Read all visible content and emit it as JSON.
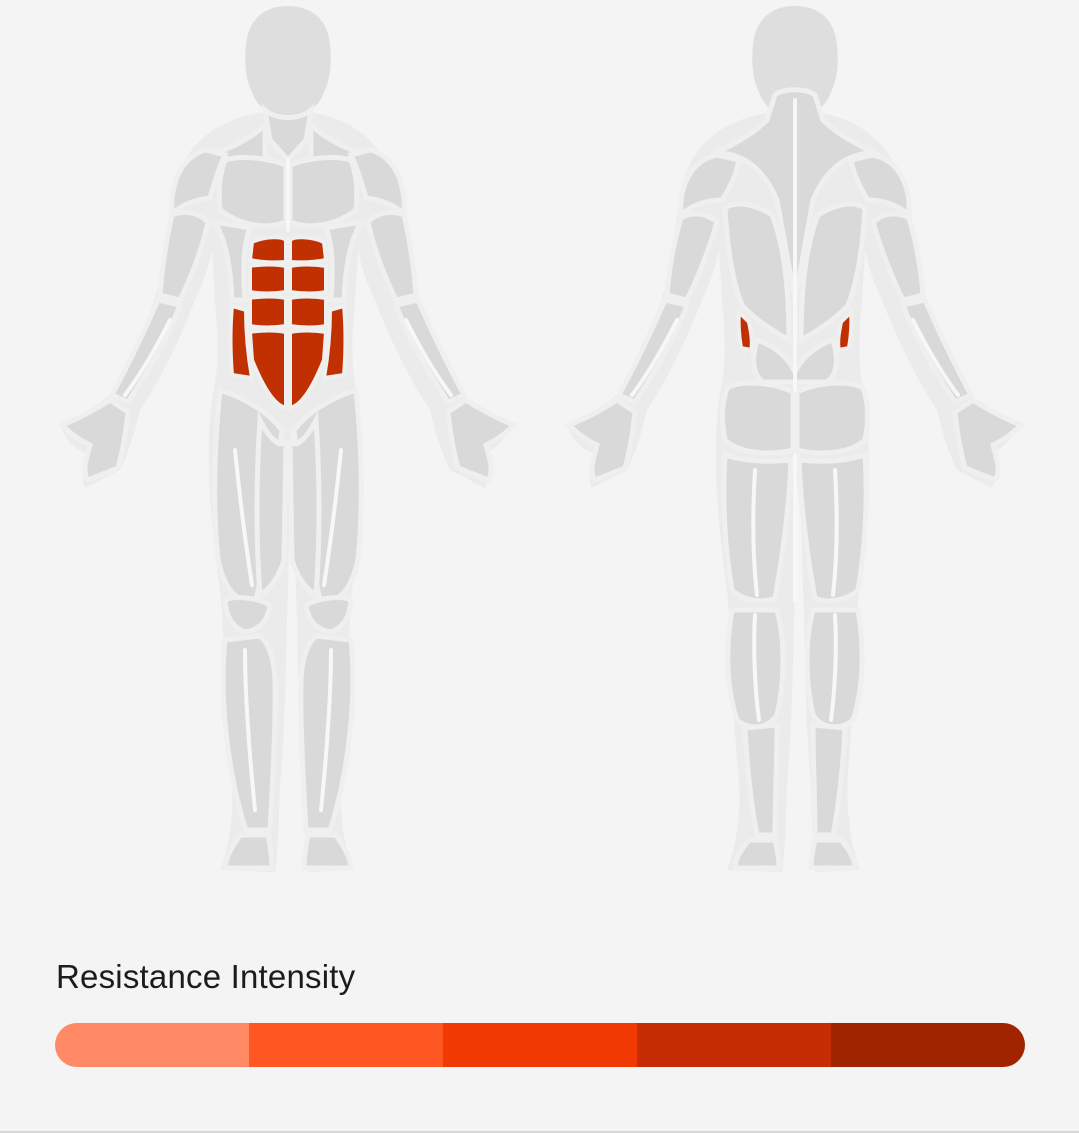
{
  "legend": {
    "title": "Resistance Intensity",
    "levels": [
      {
        "level": 1,
        "color": "#ff8a65"
      },
      {
        "level": 2,
        "color": "#ff5722"
      },
      {
        "level": 3,
        "color": "#f03a02"
      },
      {
        "level": 4,
        "color": "#c62d02"
      },
      {
        "level": 5,
        "color": "#a02400"
      }
    ]
  },
  "figures": {
    "front": {
      "highlighted_muscles": [
        "abdominals",
        "obliques"
      ],
      "highlight_color": "#c13000"
    },
    "back": {
      "highlighted_muscles": [
        "obliques"
      ],
      "highlight_color": "#c13000"
    }
  },
  "colors": {
    "background": "#f4f4f4",
    "muscle_inactive": "#d9d9d9",
    "body_outline": "#ebebeb"
  }
}
